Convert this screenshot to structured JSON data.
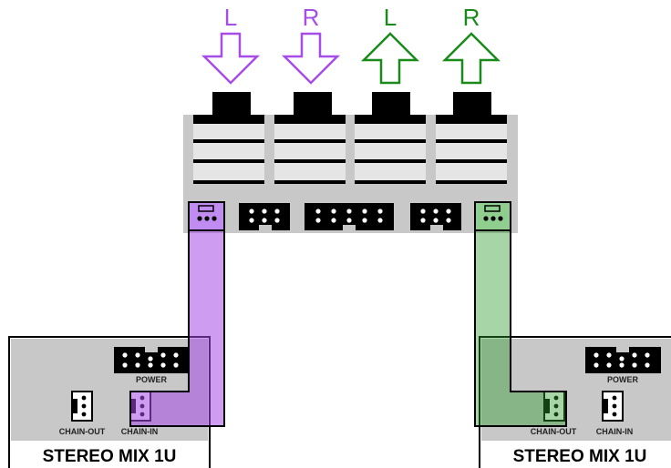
{
  "arrows": [
    {
      "letter": "L",
      "direction": "down",
      "color": "#a64de8"
    },
    {
      "letter": "R",
      "direction": "down",
      "color": "#a64de8"
    },
    {
      "letter": "L",
      "direction": "up",
      "color": "#1a8a1a"
    },
    {
      "letter": "R",
      "direction": "up",
      "color": "#1a8a1a"
    }
  ],
  "colors": {
    "purple_cable": "#c08cf2",
    "green_cable": "#8fce8f",
    "panel_gray": "#c8c8c8",
    "jack_body": "#e5e5e5",
    "connector_black": "#000000"
  },
  "module_left": {
    "title": "STEREO MIX 1U",
    "power_label": "POWER",
    "chain_out_label": "CHAIN-OUT",
    "chain_in_label": "CHAIN-IN"
  },
  "module_right": {
    "title": "STEREO MIX 1U",
    "power_label": "POWER",
    "chain_out_label": "CHAIN-OUT",
    "chain_in_label": "CHAIN-IN"
  }
}
